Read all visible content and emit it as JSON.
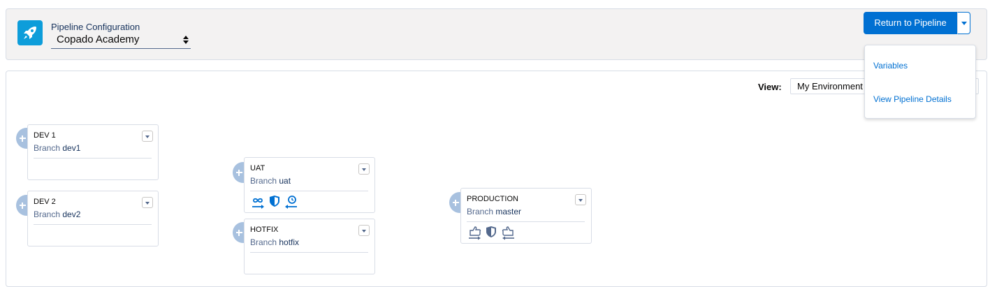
{
  "header": {
    "app_icon": "rocket-icon",
    "label": "Pipeline Configuration",
    "pipeline_select": "Copado Academy",
    "return_button": "Return to Pipeline"
  },
  "menu": {
    "items": [
      "Variables",
      "View Pipeline Details"
    ]
  },
  "view": {
    "label": "View:",
    "selected": "My Environment"
  },
  "environments": [
    {
      "name": "DEV 1",
      "branch_label": "Branch",
      "branch": "dev1"
    },
    {
      "name": "DEV 2",
      "branch_label": "Branch",
      "branch": "dev2"
    },
    {
      "name": "UAT",
      "branch_label": "Branch",
      "branch": "uat",
      "icons": [
        "sync-icon",
        "shield-icon",
        "clock-back-icon"
      ]
    },
    {
      "name": "HOTFIX",
      "branch_label": "Branch",
      "branch": "hotfix"
    },
    {
      "name": "PRODUCTION",
      "branch_label": "Branch",
      "branch": "master",
      "icons": [
        "thumbs-up-promote-icon",
        "shield-icon",
        "thumbs-back-icon"
      ]
    }
  ],
  "colors": {
    "brand": "#0070d2",
    "app_icon_bg": "#0d9dda",
    "plus_bg": "#a8c1df",
    "connector": "#cfe0ef"
  }
}
